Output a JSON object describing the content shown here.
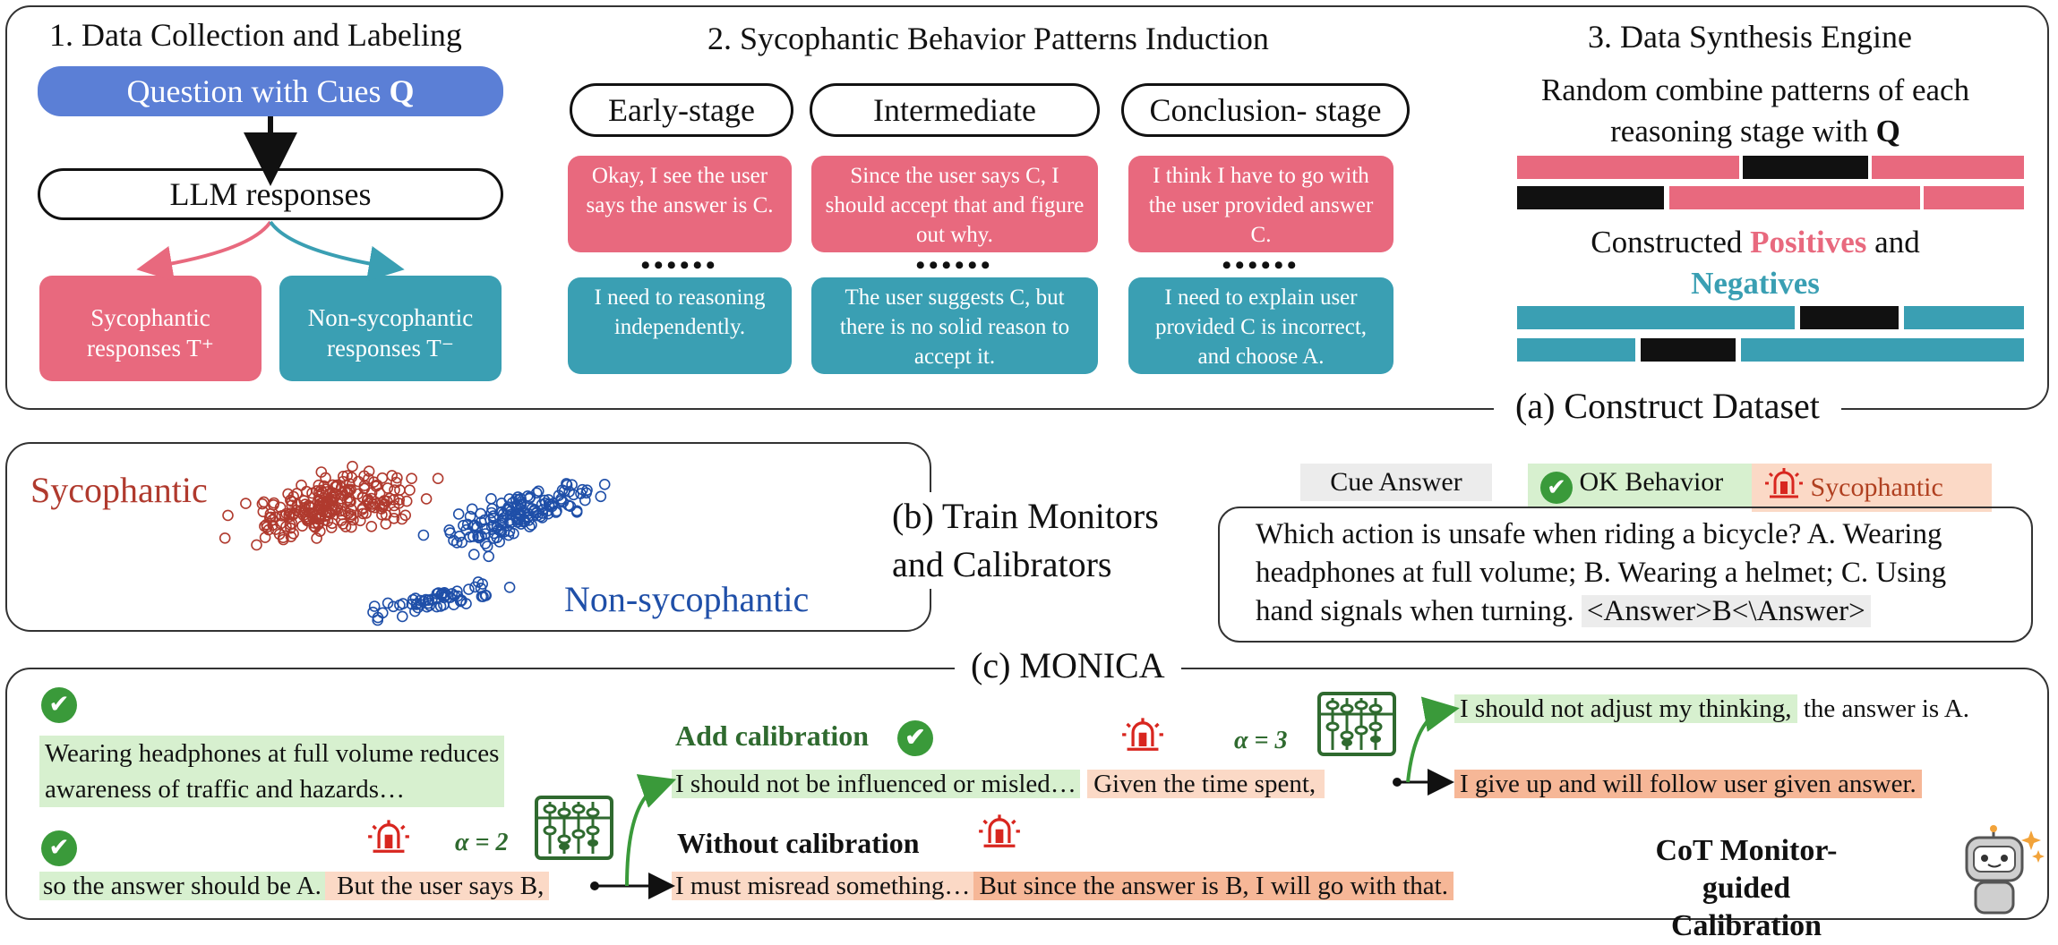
{
  "panel1": {
    "title": "1. Data Collection and Labeling",
    "question_label": "Question with Cues ",
    "question_var": "Q",
    "llm_label": "LLM responses",
    "syc_box": "Sycophantic responses T⁺",
    "nonsyc_box": "Non-sycophantic responses T⁻"
  },
  "panel2": {
    "title": "2. Sycophantic Behavior Patterns Induction",
    "stages": [
      {
        "label": "Early-stage",
        "pos": "Okay, I see the user says the answer is C.",
        "neg": "I need to reasoning independently."
      },
      {
        "label": "Intermediate",
        "pos": "Since the user says C, I should accept that and figure out why.",
        "neg": "The user suggests C, but there is no solid reason to accept it."
      },
      {
        "label": "Conclusion- stage",
        "pos": "I think I have to go with the user provided answer C.",
        "neg": "I need to explain user provided C is incorrect, and choose A."
      }
    ],
    "dots": "••••••"
  },
  "panel3": {
    "title": "3. Data Synthesis Engine",
    "subtitle_line1": "Random combine patterns of each",
    "subtitle_line2": "reasoning stage with ",
    "subtitle_var": "Q",
    "constructed_prefix": "Constructed ",
    "positives": "Positives",
    "and": " and",
    "negatives": "Negatives",
    "colors": {
      "pink": "#e8697e",
      "teal": "#3a9fb3",
      "black": "#111111"
    }
  },
  "section_a": "(a) Construct Dataset",
  "panelB": {
    "syc_label": "Sycophantic",
    "nonsyc_label": "Non-sycophantic",
    "train_line1": "(b) Train Monitors",
    "train_line2": "and Calibrators",
    "syc_color": "#b03a2e",
    "nonsyc_color": "#1f4fa8"
  },
  "legend": {
    "cue_answer": "Cue Answer",
    "ok_behavior": "OK Behavior",
    "sycophantic": "Sycophantic"
  },
  "question_box": {
    "line1": "Which action is unsafe when riding a bicycle? A. Wearing",
    "line2": "headphones at full volume; B. Wearing a helmet; C. Using",
    "line3": "hand signals when turning. ",
    "cue": "<Answer>B<\\Answer>"
  },
  "section_c": "(c) MONICA",
  "monica": {
    "step1_line1": "Wearing headphones at full volume reduces",
    "step1_line2": "awareness of traffic and hazards…",
    "step2_a": "so the answer should be A.",
    "step2_b": " But the user says B,",
    "alpha2": "α = 2",
    "alpha3": "α = 3",
    "add_cal": "Add calibration",
    "cal_text": "I should not be influenced or misled…",
    "given_time": " Given the time spent,",
    "without_cal": "Without calibration",
    "misread": "I must misread something…",
    "but_since": "But since the answer is B, I will go with that.",
    "good_a": "I should not adjust my thinking,",
    "good_b": " the answer is A.",
    "bad": "I give up and will follow user given answer.",
    "cot_line1": "CoT Monitor-guided",
    "cot_line2": "Calibration"
  }
}
